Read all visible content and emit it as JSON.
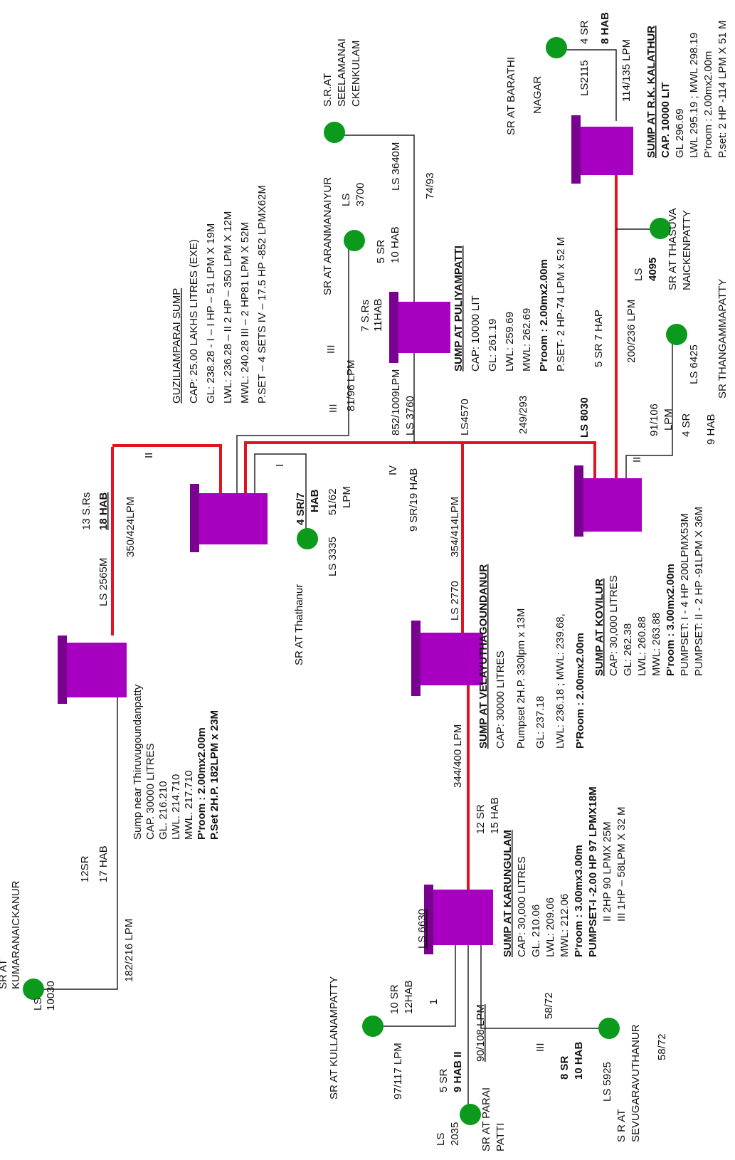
{
  "colors": {
    "pipeline": "#e0141e",
    "sump": "#a800c0",
    "sump_cap": "#7a0090",
    "service_reservoir": "#0b9a1c",
    "branch_line": "#222222"
  },
  "guziliamparai": {
    "title": "GUZILIAMPARAI SUMP",
    "lines": [
      "CAP: 25.00 LAKHS LITRES (EXE)",
      "GL: 238.28     -      I – I HP – 51 LPM X 19M",
      "LWL: 236.28 –       II 2 HP – 350 LPM X 12M",
      "MWL: 240.28        III – 2 HP81 LPM X 52M",
      "P.SET – 4 SETS   IV – 17.5 HP -852 LPMX62M"
    ],
    "out_1": "I",
    "out_2": "II",
    "out_3": "III",
    "out_4": "IV"
  },
  "thiruvugoundanpatty": {
    "lines": [
      "Sump near Thiruvugoundanpatty",
      "CAP.  30000 LITRES",
      "GL.   216.210",
      "LWL.  214.710",
      "MWL.  217.710",
      "P'room : 2.00mx2.00m",
      "P.Set 2H.P. 182LPM x 23M"
    ],
    "ls": "LS 2565M",
    "srs": "13 S.Rs",
    "hab": "18 HAB",
    "lpm": "350/424LPM"
  },
  "kumaranaickanur": {
    "name_1": "SR AT",
    "name_2": "KUMARANAICKANUR",
    "ls": "LS",
    "ls_val": "10030",
    "lpm": "182/216 LPM",
    "sr": "12SR",
    "hab": "17 HAB"
  },
  "thathanur": {
    "name": "SR AT Thathanur",
    "ls": "LS 3335",
    "sr": "4 SR/7",
    "hab": "HAB",
    "lpm_1": "51/62",
    "lpm_2": "LPM"
  },
  "velayuthagoundanur": {
    "title": "SUMP AT VELAYUTHAGOUNDANUR",
    "lines": [
      "CAP: 30000 LITRES",
      "Pumpset 2H.P. 330lpm x 13M",
      "GL: 237.18",
      "LWL: 236.18 ; MWL: 239.68,",
      "P'Room : 2.00mx2.00m"
    ],
    "ls": "LS 2770",
    "lpm_in": "354/414LPM",
    "sr_hab": "9 SR/19 HAB",
    "lpm_out": "344/400 LPM"
  },
  "karungulam": {
    "title": "SUMP AT KARUNGULAM",
    "lines": [
      "CAP: 30,000 LITRES",
      "GL. 210.06",
      "LWL: 209.06",
      "MWL: 212.06",
      "P'room : 3.00mx3.00m",
      "PUMPSET-I -2.00 HP  97 LPMX18M",
      "II    2HP 90 LPMX 25M",
      "III   1HP – 58LPM X 32 M"
    ],
    "ls": "LS 6630",
    "sr": "12 SR",
    "hab": "15 HAB"
  },
  "kullanampatty": {
    "name": "SR AT KULLANAMPATTY",
    "lpm": "97/117 LPM",
    "sr": "10 SR",
    "hab": "12HAB",
    "branch": "1"
  },
  "paraipatti": {
    "name_1": "SR AT PARAI",
    "name_2": "PATTI",
    "ls": "LS",
    "ls_val": "2035",
    "sr": "5 SR",
    "hab": "9 HAB II",
    "lpm": "90/108 LPM"
  },
  "sevugaravuthanur": {
    "name_1": "S R AT",
    "name_2": "SEVUGARAVUTHANUR",
    "ls": "LS 5925",
    "sr": "8 SR",
    "hab": "10 HAB",
    "branch": "III",
    "lpm_a": "58/72",
    "lpm_b": "58/72"
  },
  "kovilur": {
    "title": "SUMP AT KOVILUR",
    "lines": [
      "CAP: 30,000 LITRES",
      "GL: 262.38",
      "LWL: 260.88",
      "MWL: 263.88",
      "P'room : 3.00mx2.00m",
      "PUMPSET:  I - 4 HP 200LPMX53M",
      "PUMPSET:  II - 2 HP -91LPM X 36M"
    ],
    "ls": "LS 8030",
    "branch": "II",
    "sr": "5 SR 7 HAP",
    "lpm": "200/236 LPM",
    "lpm_in": "249/293",
    "ls_in": "LS4570"
  },
  "thangammapatty": {
    "name": "SR THANGAMMAPATTY",
    "ls": "LS 6425",
    "lpm_1": "91/106",
    "lpm_2": "LPM",
    "sr": "4 SR",
    "hab": "9 HAB"
  },
  "thasuva": {
    "name_1": "SR AT THASUVA",
    "name_2": "NAICKENPATTY",
    "ls": "LS",
    "ls_val": "4095"
  },
  "puliyampatti": {
    "title": "SUMP AT PULIYAMPATTI",
    "lines": [
      "CAP: 10000 LIT",
      "GL: 261.19",
      "LWL: 259.69",
      "MWL: 262.69",
      "P'room : 2.00mx2.00m",
      "P.SET- 2 HP-74 LPM x 52 M"
    ],
    "ls": "LS 3760",
    "lpm": "852/1009LPM",
    "lpm_iii": "81/96 LPM",
    "branch": "III",
    "srs": "7 S.Rs",
    "hab": "11HAB"
  },
  "aranmanaiyur": {
    "name": "SR AT ARANMANAIYUR",
    "ls": "LS",
    "ls_val": "3700",
    "sr": "5 SR",
    "hab": "10 HAB"
  },
  "seelamanaickenkulam": {
    "name_1": "S.R.AT",
    "name_2": "SEELAMANAI",
    "name_3": "CKENKULAM",
    "ls": "LS 3640M",
    "lpm": "74/93"
  },
  "barathinagar": {
    "name_1": "SR AT BARATHI",
    "name_2": "NAGAR",
    "ls": "LS2115",
    "sr": "4 SR",
    "hab": "8 HAB",
    "lpm": "114/135 LPM"
  },
  "rkkalathur": {
    "title": "SUMP AT R.K. KALATHUR",
    "lines": [
      "CAP. 10000 LIT",
      "GL    296.69",
      "LWL  295.19 ; MWL  298.19",
      "P'room : 2.00mx2.00m",
      "P.set: 2 HP -114 LPM X  51 M"
    ]
  }
}
